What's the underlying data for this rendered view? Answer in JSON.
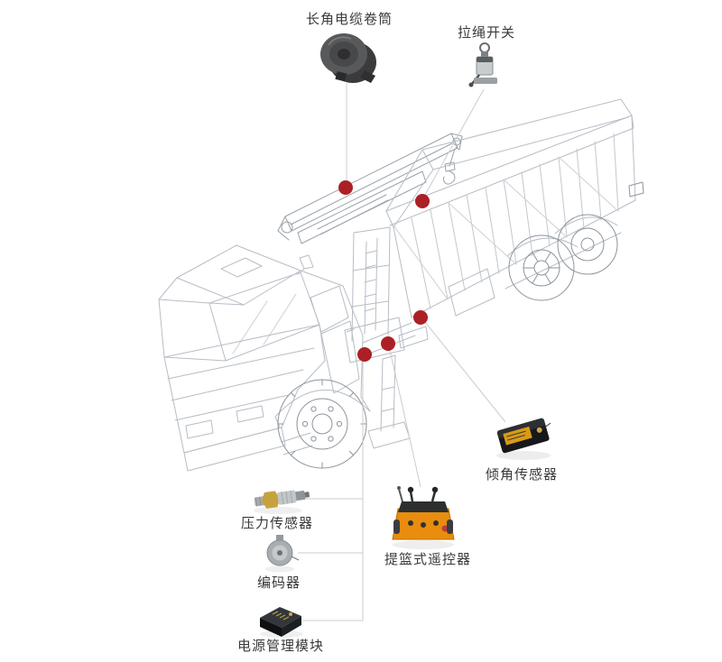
{
  "page": {
    "background": "#ffffff"
  },
  "diagram": {
    "type": "annotated-product-diagram",
    "subject": "truck-mounted-crane-wireframe-illustration",
    "accent_color": "#ab2026",
    "wireframe_color": "#b7bdc5",
    "connector_color": "#cccccc",
    "components": [
      {
        "id": "cable-reel",
        "label": "长角电缆卷筒"
      },
      {
        "id": "pull-rope-switch",
        "label": "拉绳开关"
      },
      {
        "id": "tilt-sensor",
        "label": "倾角传感器"
      },
      {
        "id": "pressure-sensor",
        "label": "压力传感器"
      },
      {
        "id": "encoder",
        "label": "编码器"
      },
      {
        "id": "basket-remote",
        "label": "提篮式遥控器"
      },
      {
        "id": "power-module",
        "label": "电源管理模块"
      }
    ]
  }
}
